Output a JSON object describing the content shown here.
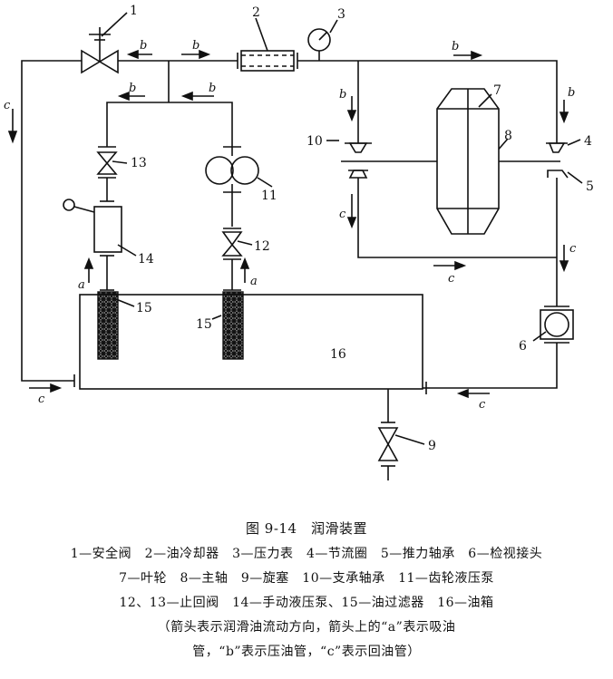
{
  "diagram": {
    "numbers": [
      "1",
      "2",
      "3",
      "4",
      "5",
      "6",
      "7",
      "8",
      "9",
      "10",
      "11",
      "12",
      "13",
      "14",
      "15",
      "15",
      "16"
    ],
    "flow_letters": {
      "a": "a",
      "b": "b",
      "c": "c"
    }
  },
  "caption": {
    "title": "图 9-14　润滑装置",
    "line1": "1—安全阀　2—油冷却器　3—压力表　4—节流圈　5—推力轴承　6—检视接头",
    "line2": "7—叶轮　8—主轴　9—旋塞　10—支承轴承　11—齿轮液压泵",
    "line3": "12、13—止回阀　14—手动液压泵、15—油过滤器　16—油箱",
    "line4": "（箭头表示润滑油流动方向，箭头上的“a”表示吸油",
    "line5": "管，“b”表示压油管，“c”表示回油管）"
  }
}
